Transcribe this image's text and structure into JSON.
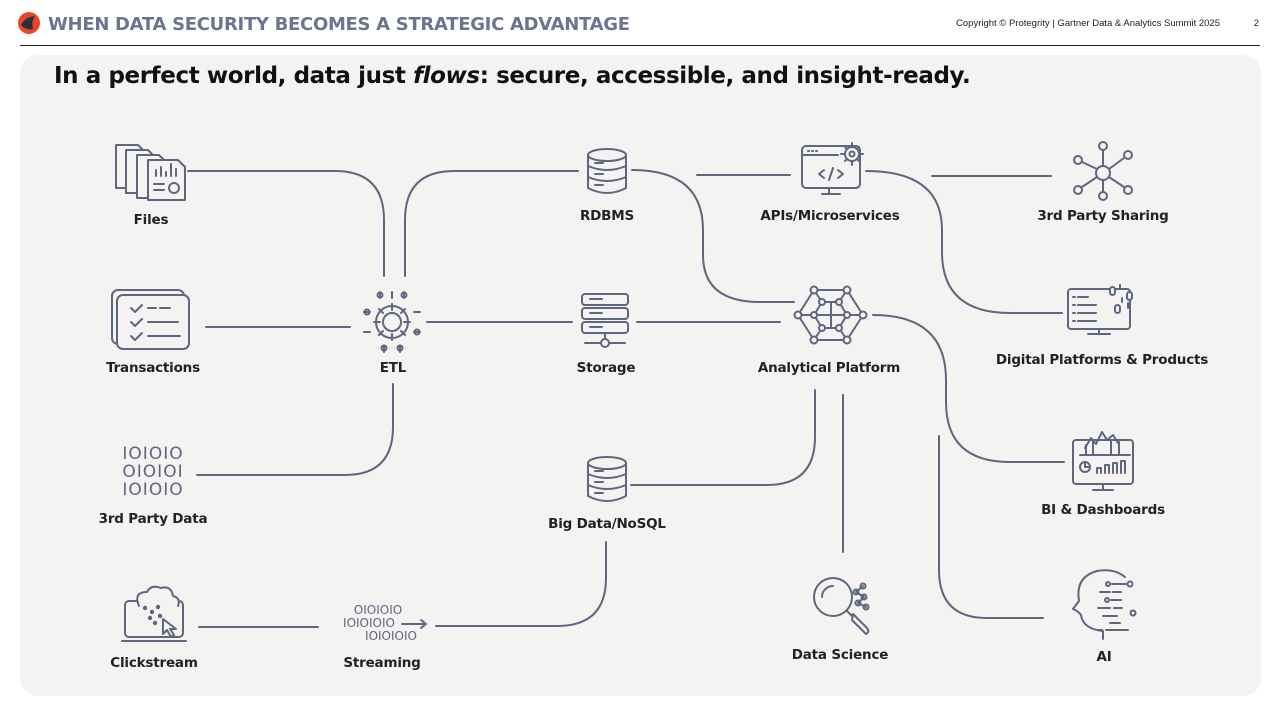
{
  "header": {
    "title": "WHEN DATA SECURITY BECOMES A STRATEGIC ADVANTAGE",
    "copyright": "Copyright © Protegrity  |  Gartner Data & Analytics Summit 2025",
    "page_number": "2"
  },
  "headline": {
    "before": "In a perfect world, data just ",
    "emphasis": "flows",
    "after": ": secure, accessible, and insight-ready."
  },
  "nodes": {
    "files": "Files",
    "transactions": "Transactions",
    "third_party_data": "3rd Party Data",
    "clickstream": "Clickstream",
    "etl": "ETL",
    "streaming": "Streaming",
    "rdbms": "RDBMS",
    "storage": "Storage",
    "big_data": "Big Data/NoSQL",
    "apis": "APIs/Microservices",
    "analytical_platform": "Analytical Platform",
    "data_science": "Data Science",
    "third_party_sharing": "3rd Party Sharing",
    "digital_platforms": "Digital Platforms & Products",
    "bi_dashboards": "BI & Dashboards",
    "ai": "AI"
  },
  "streaming_bits": [
    "OIOIOIO",
    "IOIOIOIO",
    "IOIOIOIO"
  ],
  "third_party_bits": [
    "IOIOIO",
    "OIOIOI",
    "IOIOIO"
  ],
  "colors": {
    "line": "#5f6680",
    "accent": "#e8452c",
    "header_text": "#6b7590"
  }
}
